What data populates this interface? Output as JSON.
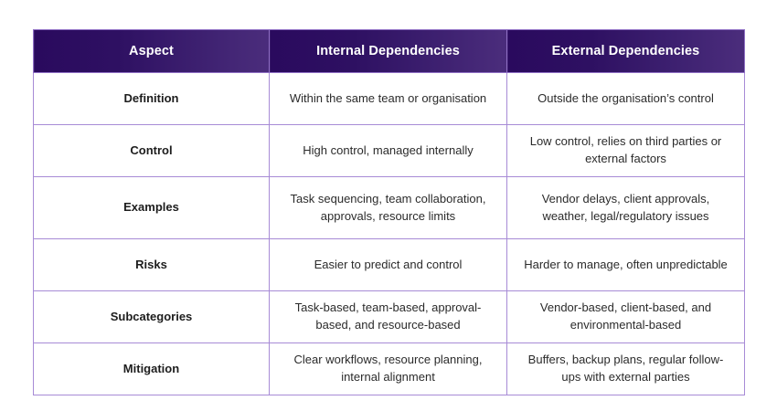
{
  "table": {
    "headers": [
      {
        "label": "Aspect"
      },
      {
        "label": "Internal Dependencies"
      },
      {
        "label": "External Dependencies"
      }
    ],
    "rows": [
      {
        "aspect": "Definition",
        "internal": "Within the same team or organisation",
        "external": "Outside the organisation’s control"
      },
      {
        "aspect": "Control",
        "internal": "High control, managed internally",
        "external": "Low control, relies on third parties or external factors"
      },
      {
        "aspect": "Examples",
        "internal": "Task sequencing, team collaboration, approvals, resource limits",
        "external": "Vendor delays, client approvals, weather, legal/regulatory issues"
      },
      {
        "aspect": "Risks",
        "internal": "Easier to predict and control",
        "external": "Harder to manage, often unpredictable"
      },
      {
        "aspect": "Subcategories",
        "internal": "Task-based, team-based, approval-based, and resource-based",
        "external": "Vendor-based, client-based, and environmental-based"
      },
      {
        "aspect": "Mitigation",
        "internal": "Clear workflows, resource planning, internal alignment",
        "external": "Buffers, backup plans, regular follow-ups with external parties"
      }
    ]
  },
  "colors": {
    "header_gradient_start": "#2a0a5e",
    "header_gradient_end": "#4b2d7c",
    "border": "#a78bd6",
    "header_text": "#ffffff",
    "body_text": "#2b2b2b",
    "background": "#ffffff"
  }
}
